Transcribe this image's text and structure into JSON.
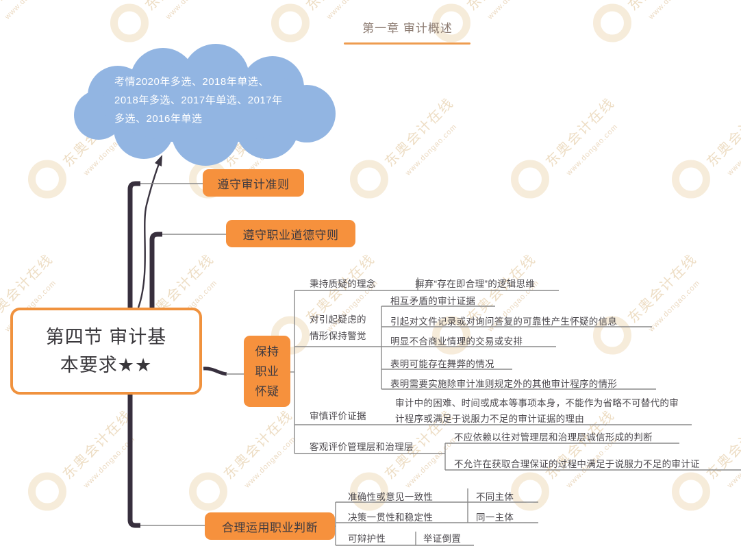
{
  "header": {
    "title": "第一章 审计概述"
  },
  "watermark": {
    "brand": "东奥会计在线",
    "url": "www.dongao.com"
  },
  "cloud": {
    "lines": [
      "考情2020年多选、2018年单选、",
      "2018年多选、2017年单选、2017年",
      "多选、2016年单选"
    ]
  },
  "root": {
    "lines": [
      "第四节 审计基",
      "本要求★★"
    ]
  },
  "branches": {
    "b1": "遵守审计准则",
    "b2": "遵守职业道德守则",
    "b3": "保持职业怀疑",
    "b4": "合理运用职业判断"
  },
  "skepticism": {
    "concept_label": "秉持质疑的理念",
    "concept_value": "摒弃“存在即合理”的逻辑思维",
    "alert_label": "对引起疑虑的情形保持警觉",
    "alert_items": [
      "相互矛盾的审计证据",
      "引起对文件记录或对询问答复的可靠性产生怀疑的信息",
      "明显不合商业情理的交易或安排",
      "表明可能存在舞弊的情况",
      "表明需要实施除审计准则规定外的其他审计程序的情形"
    ],
    "evaluate_label": "审慎评价证据",
    "evaluate_value": "审计中的困难、时间或成本等事项本身，不能作为省略不可替代的审计程序或满足于说服力不足的审计证据的理由",
    "objective_label": "客观评价管理层和治理层",
    "objective_items": [
      "不应依赖以往对管理层和治理层诚信形成的判断",
      "不允许在获取合理保证的过程中满足于说服力不足的审计证"
    ]
  },
  "judgment": {
    "rows": [
      {
        "label": "准确性或意见一致性",
        "value": "不同主体"
      },
      {
        "label": "决策一贯性和稳定性",
        "value": "同一主体"
      },
      {
        "label": "可辩护性",
        "value": "举证倒置"
      }
    ]
  },
  "colors": {
    "accent_orange": "#F6913D",
    "title_underline": "#EE9C4F",
    "cloud_blue": "#92B5E2",
    "dark_line": "#372F3D",
    "gray_line": "#8A8A8A",
    "watermark_tan": "#ECDABE"
  }
}
